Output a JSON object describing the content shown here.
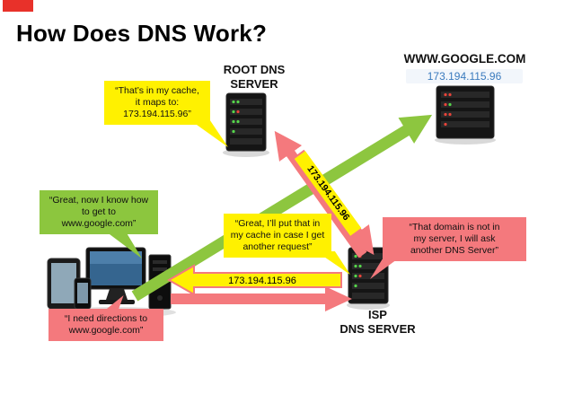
{
  "title": "How Does DNS Work?",
  "google": {
    "domain": "WWW.GOOGLE.COM",
    "ip": "173.194.115.96"
  },
  "root_server": {
    "l1": "ROOT DNS",
    "l2": "SERVER"
  },
  "isp_server": {
    "l1": "ISP",
    "l2": "DNS SERVER"
  },
  "bubbles": {
    "root_cache": {
      "l1": "“That’s in my cache,",
      "l2": "it maps to:",
      "l3": "173.194.115.96”"
    },
    "client_knows": {
      "l1": "“Great, now I know how",
      "l2": "to get to",
      "l3": "www.google.com”"
    },
    "isp_cache": {
      "l1": "“Great, I’ll put that in",
      "l2": "my cache in case I get",
      "l3": "another request”"
    },
    "isp_miss": {
      "l1": "“That domain is not in",
      "l2": "my server, I will ask",
      "l3": "another DNS Server”"
    },
    "client_ask": {
      "l1": "“I need directions to",
      "l2": "www.google.com”"
    }
  },
  "arrow_labels": {
    "isp_to_client_ip": "173.194.115.96",
    "root_to_isp_ip": "173.194.115.96"
  },
  "colors": {
    "yellow": "#FFF100",
    "green": "#8CC63E",
    "pink": "#F4797D",
    "ip_blue": "#3B7BBE",
    "accent_red": "#E8312A"
  }
}
